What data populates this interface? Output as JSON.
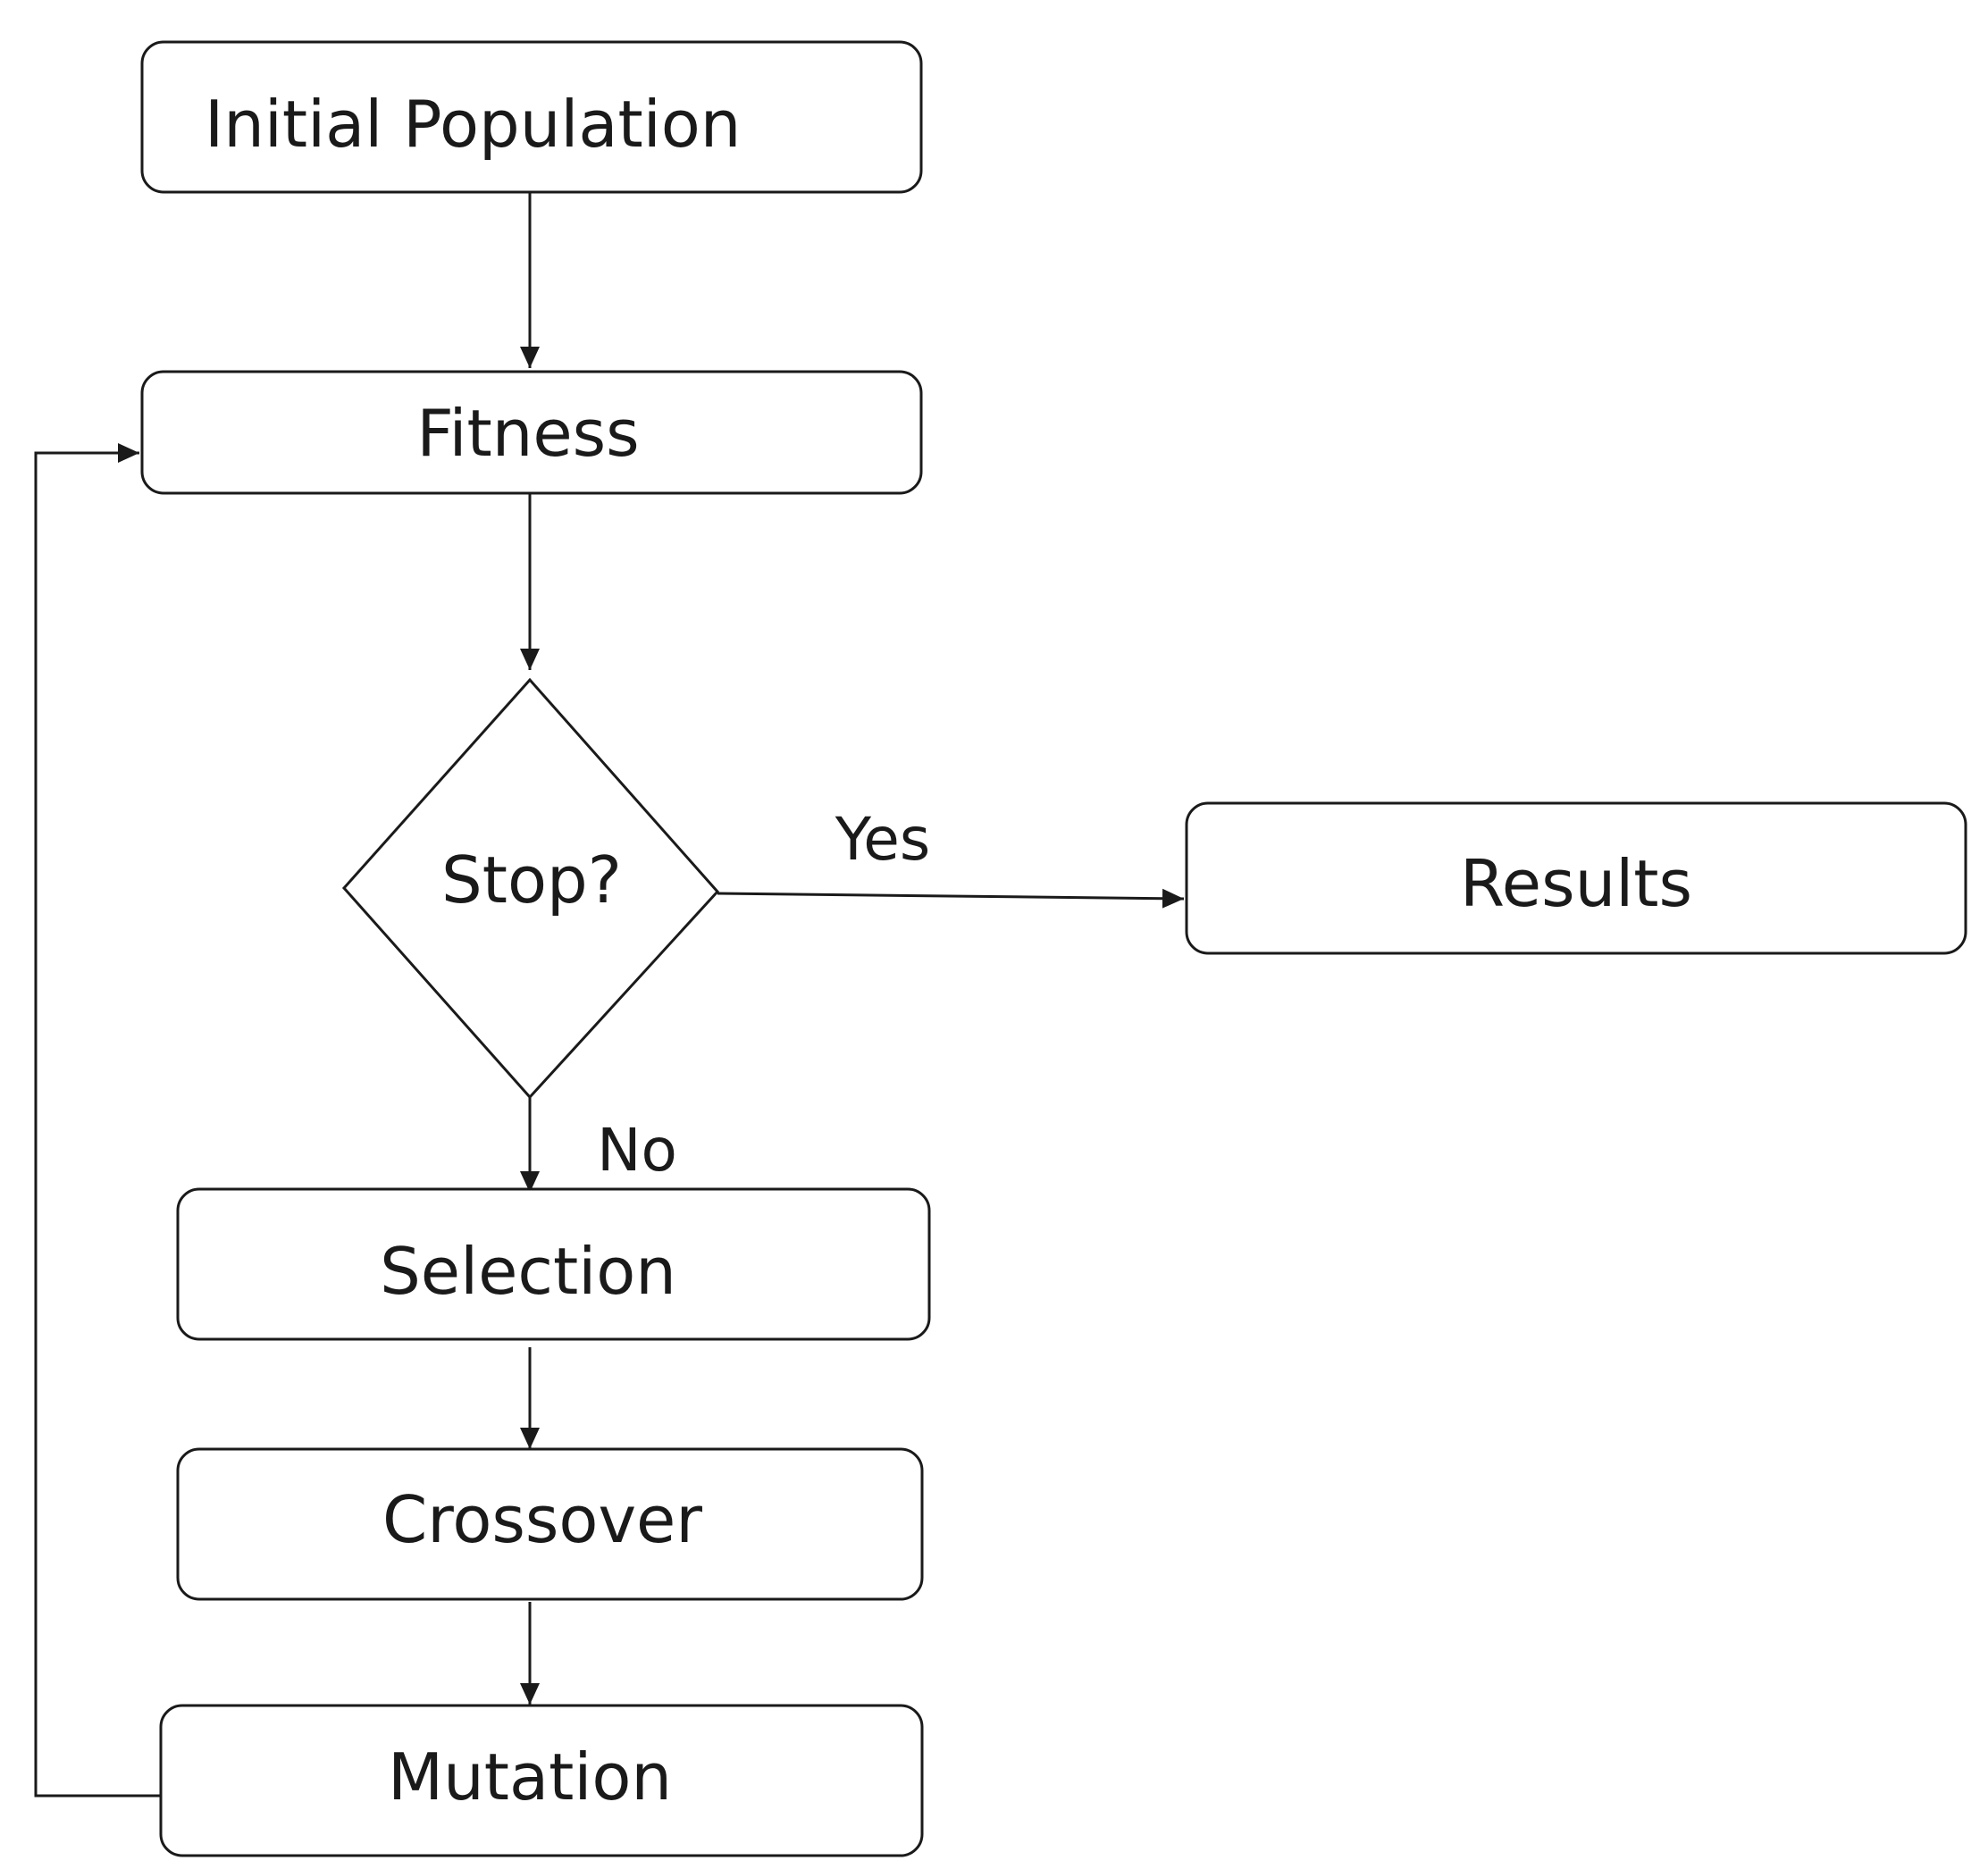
{
  "nodes": {
    "initial_population": "Initial Population",
    "fitness": "Fitness",
    "stop": "Stop?",
    "results": "Results",
    "selection": "Selection",
    "crossover": "Crossover",
    "mutation": "Mutation"
  },
  "edge_labels": {
    "yes": "Yes",
    "no": "No"
  }
}
